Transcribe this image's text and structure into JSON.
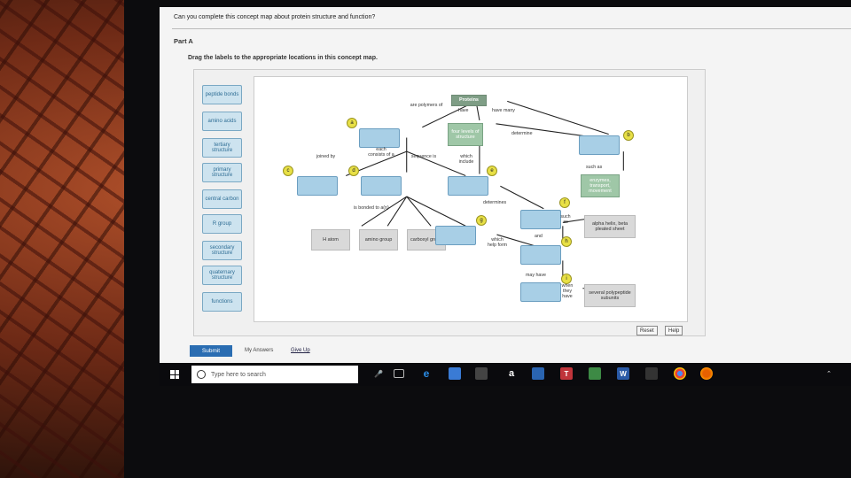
{
  "question": "Can you complete this concept map about protein structure and function?",
  "part": "Part A",
  "instruction": "Drag the labels to the appropriate locations in this concept map.",
  "labels": [
    "peptide bonds",
    "amino acids",
    "tertiary structure",
    "primary structure",
    "central carbon",
    "R group",
    "secondary structure",
    "quaternary structure",
    "functions"
  ],
  "nodes": {
    "proteins": "Proteins",
    "four_levels": "four levels of structure",
    "enzymes": "enzymes, transport, movement",
    "h_atom": "H atom",
    "amino_group": "amino group",
    "carboxyl_group": "carboxyl group",
    "alpha_helix": "alpha helix, beta pleated sheet",
    "subunits": "several polypeptide subunits"
  },
  "links": {
    "are_polymers": "are polymers of",
    "have": "have",
    "have_many": "have many",
    "determine": "determine",
    "joined_by": "joined by",
    "each_consists": "each consists of a",
    "sequence_is": "sequence is",
    "which_include": "which include",
    "such_as_1": "such as",
    "determines": "determines",
    "bonded": "is bonded to a(n)",
    "such_as_2": "such as",
    "and": "and",
    "which_help": "which help form",
    "may_have": "may have",
    "when_they": "when they have"
  },
  "badges": [
    "a",
    "b",
    "c",
    "d",
    "e",
    "f",
    "g",
    "h",
    "i"
  ],
  "buttons": {
    "reset": "Reset",
    "help": "Help",
    "submit": "Submit"
  },
  "footer": {
    "my_answers": "My Answers",
    "give_up": "Give Up"
  },
  "taskbar": {
    "search_placeholder": "Type here to search"
  },
  "colors": {
    "label_fill": "#cde3ef",
    "target_fill": "#a8cfe6",
    "badge": "#e8e046",
    "node_green": "#9fc7a7",
    "submit": "#2a6db2"
  }
}
